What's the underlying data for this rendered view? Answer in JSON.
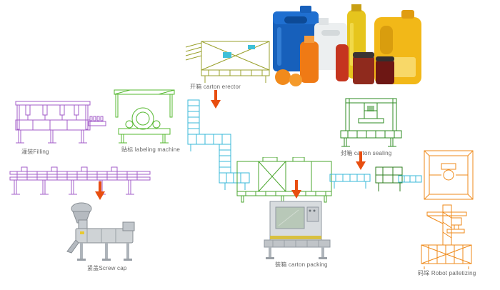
{
  "machines": {
    "filling": {
      "label": "灌装Filling"
    },
    "labeling": {
      "label": "贴标 labeling machine"
    },
    "carton_erector": {
      "label": "开箱 carton erector"
    },
    "carton_sealing": {
      "label": "封箱 carton sealing"
    },
    "screw_cap": {
      "label": "紧盖Screw cap"
    },
    "carton_packing": {
      "label": "装箱 carton packing"
    },
    "robot_palletizing": {
      "label": "码垛 Robot palletizing"
    }
  },
  "palette": {
    "filling_purple": "#a35cc8",
    "labeling_green": "#55b82f",
    "erector_olive": "#9aa12c",
    "sealing_green": "#2e8b22",
    "conveyor_cyan": "#38b8d8",
    "center_green": "#49a52c",
    "palletizing_orange": "#ef8a1a",
    "arrow_red": "#e84e10",
    "label_text": "#666666"
  }
}
